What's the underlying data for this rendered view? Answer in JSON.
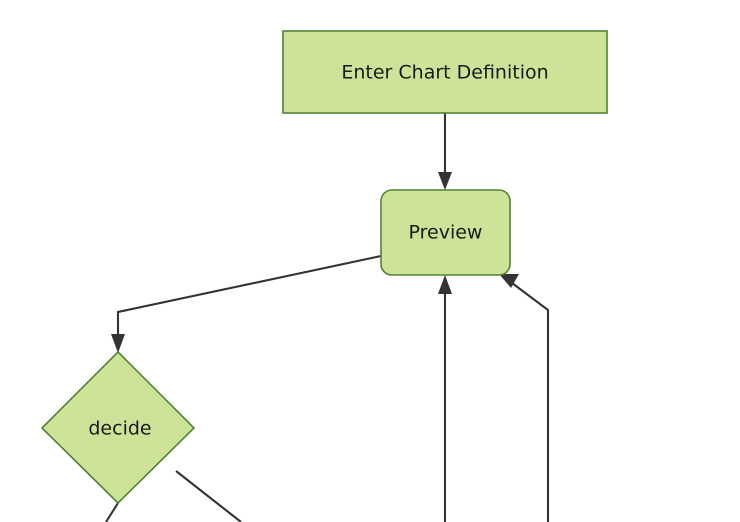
{
  "diagram": {
    "type": "flowchart",
    "direction": "top-down",
    "background_color": "#ffffff",
    "node_fill_color": "#cde498",
    "node_border_color": "#528235",
    "edge_color": "#333333",
    "text_color": "#1a1a1a",
    "nodes": [
      {
        "id": "enter-chart-definition",
        "label": "Enter Chart Definition",
        "shape": "rectangle"
      },
      {
        "id": "preview",
        "label": "Preview",
        "shape": "rounded-rectangle"
      },
      {
        "id": "decide",
        "label": "decide",
        "shape": "diamond"
      }
    ],
    "edges": [
      {
        "from": "enter-chart-definition",
        "to": "preview",
        "label": ""
      },
      {
        "from": "preview",
        "to": "decide",
        "label": ""
      },
      {
        "from": "offscreen-bottom-center",
        "to": "preview",
        "label": ""
      },
      {
        "from": "offscreen-bottom-right",
        "to": "preview",
        "label": ""
      },
      {
        "from": "decide",
        "to": "offscreen-bottom-left",
        "label": ""
      },
      {
        "from": "decide",
        "to": "offscreen-bottom-right-branch",
        "label": ""
      }
    ]
  }
}
